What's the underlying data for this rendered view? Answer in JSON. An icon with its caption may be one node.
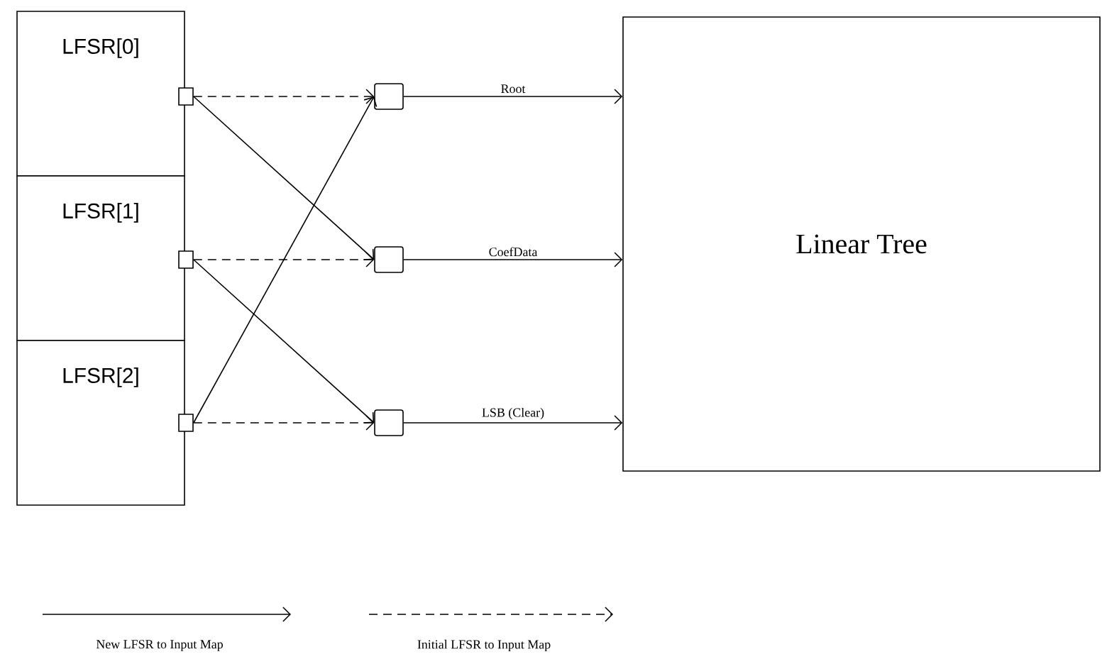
{
  "diagram": {
    "nodes": [
      {
        "text": [
          "LFSR[0]"
        ]
      },
      {
        "text": [
          "LFSR[1]"
        ]
      },
      {
        "text": [
          "LFSR[2]"
        ]
      },
      {
        "text": [],
        "shape": "box"
      },
      {
        "text": [],
        "shape": "box"
      },
      {
        "text": [],
        "shape": "box"
      },
      {
        "text": [],
        "shape": "box"
      },
      {
        "text": [],
        "shape": "box"
      },
      {
        "text": [],
        "shape": "box"
      },
      {
        "text": [
          "Linear Tree"
        ]
      }
    ],
    "edges": [
      {
        "from": 3,
        "to": 6,
        "arrow": "to",
        "style": "dashed"
      },
      {
        "from": 3,
        "to": 7,
        "arrow": "to"
      },
      {
        "from": 4,
        "to": 7,
        "arrow": "to",
        "style": "dashed"
      },
      {
        "from": 4,
        "to": 8,
        "arrow": "to"
      },
      {
        "from": 5,
        "to": 6,
        "arrow": "to"
      },
      {
        "from": 5,
        "to": 8,
        "arrow": "to",
        "style": "dashed"
      },
      {
        "from": 6,
        "to": 9,
        "arrow": "to",
        "label": "Root"
      },
      {
        "from": 7,
        "to": 9,
        "arrow": "to",
        "label": "CoefData"
      },
      {
        "from": 8,
        "to": 9,
        "arrow": "to",
        "label": "LSB (Clear)"
      }
    ],
    "legend": [
      {
        "text": "New LFSR to Input Map"
      },
      {
        "text": "Initial LFSR to Input  Map"
      }
    ]
  }
}
